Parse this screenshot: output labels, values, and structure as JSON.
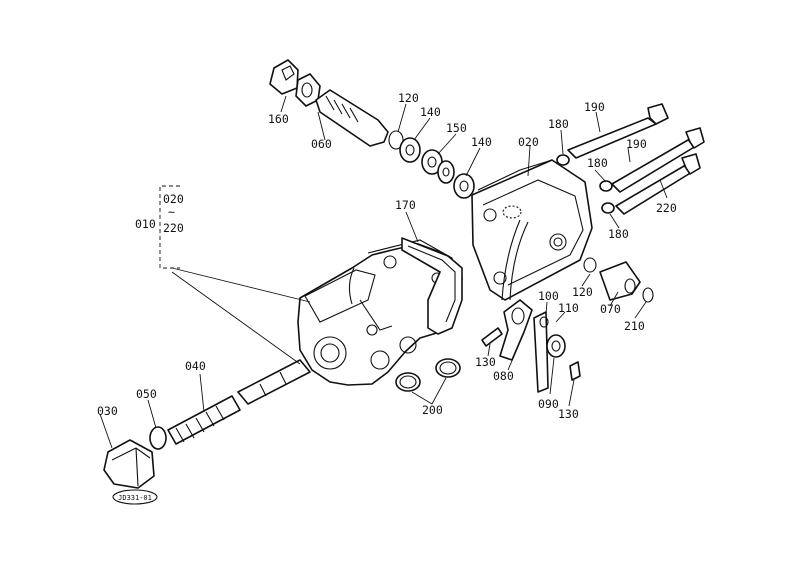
{
  "diagram": {
    "callouts": [
      {
        "id": "010",
        "text": "010"
      },
      {
        "id": "020a",
        "text": "020"
      },
      {
        "id": "220a",
        "text": "220"
      },
      {
        "id": "030",
        "text": "030"
      },
      {
        "id": "040",
        "text": "040"
      },
      {
        "id": "050",
        "text": "050"
      },
      {
        "id": "060",
        "text": "060"
      },
      {
        "id": "070",
        "text": "070"
      },
      {
        "id": "080",
        "text": "080"
      },
      {
        "id": "090",
        "text": "090"
      },
      {
        "id": "100",
        "text": "100"
      },
      {
        "id": "110",
        "text": "110"
      },
      {
        "id": "120a",
        "text": "120"
      },
      {
        "id": "120b",
        "text": "120"
      },
      {
        "id": "130a",
        "text": "130"
      },
      {
        "id": "130b",
        "text": "130"
      },
      {
        "id": "140a",
        "text": "140"
      },
      {
        "id": "140b",
        "text": "140"
      },
      {
        "id": "150",
        "text": "150"
      },
      {
        "id": "160",
        "text": "160"
      },
      {
        "id": "170",
        "text": "170"
      },
      {
        "id": "180a",
        "text": "180"
      },
      {
        "id": "180b",
        "text": "180"
      },
      {
        "id": "180c",
        "text": "180"
      },
      {
        "id": "190a",
        "text": "190"
      },
      {
        "id": "190b",
        "text": "190"
      },
      {
        "id": "200",
        "text": "200"
      },
      {
        "id": "020b",
        "text": "020"
      },
      {
        "id": "210",
        "text": "210"
      },
      {
        "id": "220b",
        "text": "220"
      }
    ],
    "group_bracket_tilde": "~",
    "drawing_ref": "JD331-01"
  }
}
